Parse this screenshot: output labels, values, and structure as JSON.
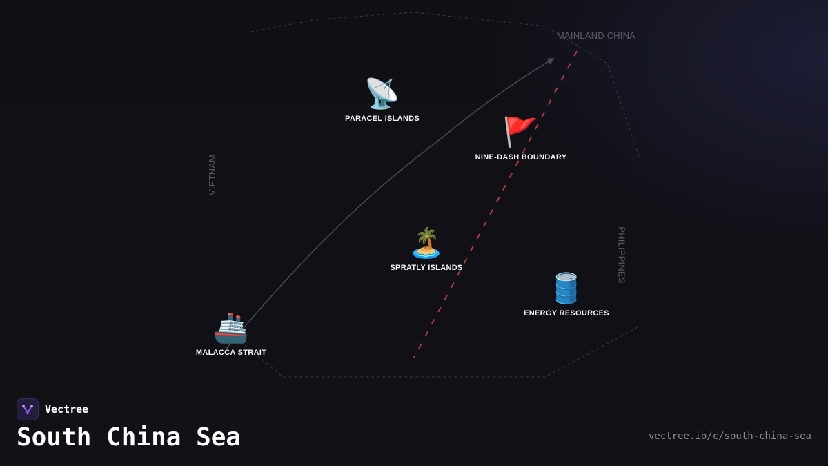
{
  "map": {
    "region_labels": {
      "mainland_china": "MAINLAND CHINA",
      "vietnam": "VIETNAM",
      "philippines": "PHILIPPINES"
    },
    "markers": {
      "paracel": {
        "icon": "satellite-dish-icon",
        "glyph": "📡",
        "label": "PARACEL ISLANDS"
      },
      "nine_dash": {
        "icon": "red-flag-icon",
        "glyph": "🚩",
        "label": "NINE-DASH BOUNDARY"
      },
      "spratly": {
        "icon": "desert-island-icon",
        "glyph": "🏝️",
        "label": "SPRATLY ISLANDS"
      },
      "energy": {
        "icon": "oil-drum-icon",
        "glyph": "🛢️",
        "label": "ENERGY RESOURCES"
      },
      "malacca": {
        "icon": "ship-icon",
        "glyph": "🚢",
        "label": "MALACCA STRAIT"
      }
    },
    "colors": {
      "boundary_dash": "#b83a46",
      "shipping_route": "#4a4a52",
      "outline": "#3a3a42"
    }
  },
  "brand": {
    "name": "Vectree",
    "logo_icon": "vectree-logo-icon",
    "accent": "#9b5cf6"
  },
  "title": "South China Sea",
  "url": "vectree.io/c/south-china-sea"
}
